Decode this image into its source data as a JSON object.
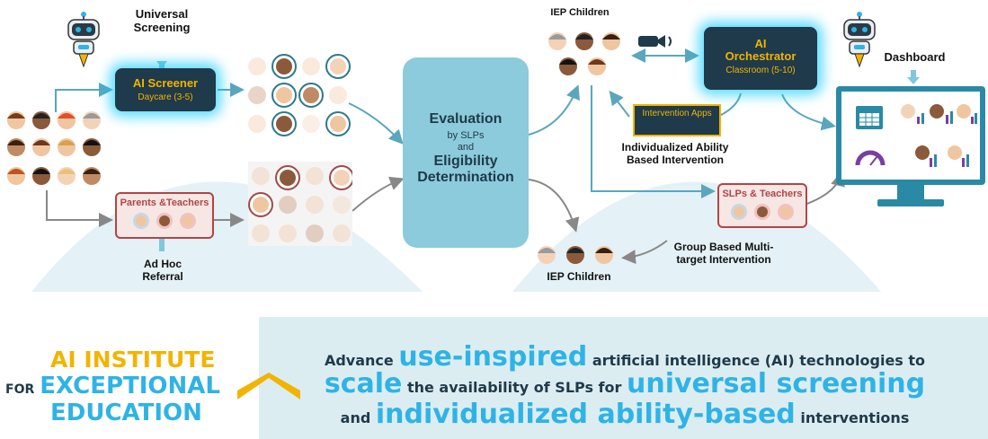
{
  "top": {
    "universal_screening": "Universal Screening",
    "iep_children_top": "IEP Children",
    "dashboard": "Dashboard"
  },
  "ai_screener": {
    "title": "AI Screener",
    "subtitle": "Daycare (3-5)"
  },
  "ai_orchestrator": {
    "title": "AI Orchestrator",
    "subtitle": "Classroom (5-10)"
  },
  "evaluation": {
    "line1": "Evaluation",
    "line2": "by SLPs",
    "line3": "and",
    "line4": "Eligibility",
    "line5": "Determination"
  },
  "intervention_apps": "Intervention Apps",
  "individualized": "Individualized Ability Based Intervention",
  "parents_teachers": "Parents &Teachers",
  "ad_hoc": "Ad Hoc Referral",
  "slps_teachers": "SLPs & Teachers",
  "group_based": "Group Based Multi-target Intervention",
  "iep_children_bottom": "IEP Children",
  "logo": {
    "line1": "AI INSTITUTE",
    "for": "FOR",
    "line2": "EXCEPTIONAL",
    "line3": "EDUCATION"
  },
  "mission": {
    "l1_pre": "Advance",
    "l1_hl": "use-inspired",
    "l1_post": "artificial intelligence (AI) technologies to",
    "l2_hl": "scale",
    "l2_mid": "the availability of SLPs for",
    "l2_hl2": "universal screening",
    "l3_pre": "and",
    "l3_hl": "individualized ability-based",
    "l3_post": "interventions"
  },
  "colors": {
    "navy": "#1f3a4a",
    "gold": "#f2b400",
    "cyan": "#2fb3e6",
    "eval_box": "#8ccbdb",
    "red": "#b04646",
    "teal_arrow": "#5aa6bd"
  }
}
